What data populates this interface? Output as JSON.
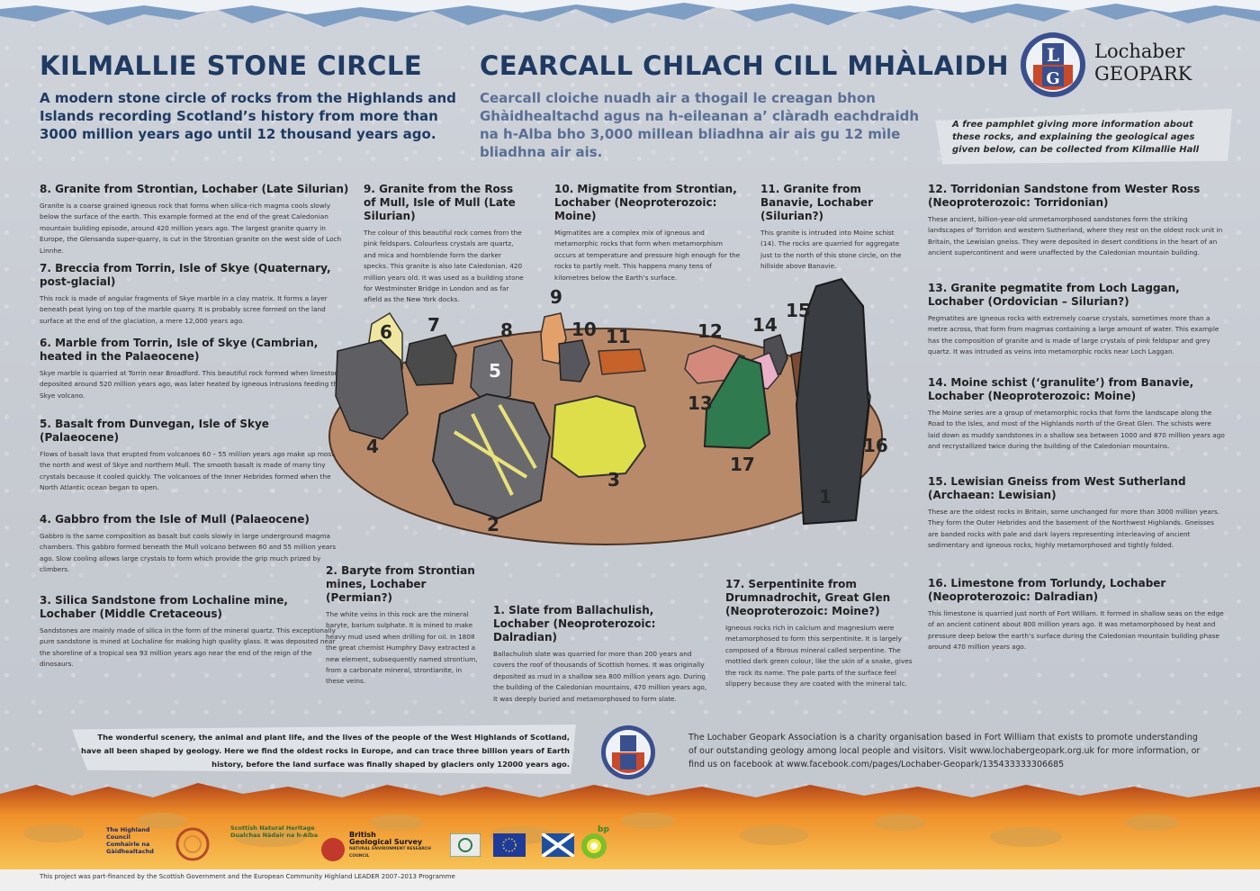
{
  "header": {
    "title_en": "KILMALLIE STONE CIRCLE",
    "title_gd": "CEARCALL CHLACH CILL MHÀLAIDH",
    "subtitle_en": "A modern stone circle of rocks from the Highlands and Islands recording Scotland’s history from more than 3000 million years ago until 12 thousand years ago.",
    "subtitle_gd": "Cearcall cloiche nuadh air a thogail le creagan bhon Ghàidhealtachd agus na h-eileanan a’ clàradh eachdraidh na h-Alba bho 3,000 millean bliadhna air ais gu 12 mìle bliadhna air ais."
  },
  "logo": {
    "letters_top": "L",
    "letters_bottom": "G",
    "word1": "Lochaber",
    "word2": "GEOPARK"
  },
  "pamphlet": "A free pamphlet giving more information about these rocks, and explaining the geological ages given below, can be collected from Kilmallie Hall",
  "entries": {
    "e8": {
      "title": "8. Granite from Strontian, Lochaber        (Late Silurian)",
      "body": "Granite is a coarse grained igneous rock that forms when silica-rich magma cools slowly below the surface of the earth.  This example formed at the end of the great Caledonian mountain building episode, around 420 million years ago.  The largest granite quarry in Europe, the Glensanda super-quarry, is cut in the Strontian granite on the west side of Loch Linnhe."
    },
    "e7": {
      "title": "7. Breccia from Torrin, Isle of Skye (Quaternary, post-glacial)",
      "body": "This rock is made of angular fragments of Skye marble in a clay matrix.  It forms a layer beneath peat lying on top of the marble quarry.  It is probably scree formed on the land surface at the end of the glaciation, a mere 12,000 years ago."
    },
    "e6": {
      "title": "6. Marble from Torrin, Isle of Skye (Cambrian, heated in the Palaeocene)",
      "body": "Skye marble is quarried at Torrin near Broadford.  This beautiful rock formed when limestone, deposited around 520 million years ago, was later heated by igneous intrusions feeding the Skye volcano."
    },
    "e5": {
      "title": "5. Basalt from Dunvegan, Isle of Skye (Palaeocene)",
      "body": "Flows of basalt lava that erupted from volcanoes 60 – 55  million years ago make up most of the north and west of Skye and northern Mull.  The smooth basalt is made of many tiny crystals because it cooled quickly.  The volcanoes of the Inner Hebrides formed when the North Atlantic ocean began to open."
    },
    "e4": {
      "title": "4. Gabbro from the Isle of Mull      (Palaeocene)",
      "body": "Gabbro is the same composition as basalt but cools slowly in large underground magma chambers.  This gabbro formed beneath the Mull volcano between 60 and 55 million years ago.  Slow cooling allows large crystals to form which provide the grip much prized by climbers."
    },
    "e3": {
      "title": "3. Silica Sandstone from Lochaline mine, Lochaber (Middle Cretaceous)",
      "body": "Sandstones are mainly made of silica in the form of the mineral quartz.  This exceptionally pure sandstone is mined at Lochaline for making high quality glass. It was deposited near the shoreline of a tropical sea 93 million years ago near the end of the reign of the dinosaurs."
    },
    "e9": {
      "title": "9. Granite from the Ross of Mull, Isle of Mull (Late Silurian)",
      "body": "The colour of this beautiful rock comes from the pink feldspars.  Colourless crystals are quartz, and mica and hornblende form the darker specks.  This granite is also late Caledonian, 420 million years old.  It was used as a building stone for Westminster Bridge in London and as far afield as the New York docks."
    },
    "e10": {
      "title": "10. Migmatite from Strontian, Lochaber (Neoproterozoic: Moine)",
      "body": "Migmatites are a complex mix of igneous and metamorphic rocks that form when metamorphism occurs at temperature and pressure high enough for the rocks to partly melt.  This happens many tens of kilometres below the Earth’s surface."
    },
    "e11": {
      "title": "11. Granite from Banavie, Lochaber (Silurian?)",
      "body": "This granite is intruded into Moine schist (14).  The rocks are quarried for aggregate just to the north of this stone circle, on the hillside above Banavie."
    },
    "e12": {
      "title": "12. Torridonian Sandstone from Wester Ross (Neoproterozoic: Torridonian)",
      "body": "These ancient, billion-year-old unmetamorphosed sandstones form the striking landscapes of Torridon and western Sutherland, where they rest on the oldest rock unit in Britain, the Lewisian gneiss.  They were deposited in desert conditions in the heart of an ancient supercontinent and were unaffected by the Caledonian mountain building."
    },
    "e13": {
      "title": "13. Granite pegmatite from Loch Laggan, Lochaber (Ordovician – Silurian?)",
      "body": "Pegmatites are igneous rocks with extremely coarse crystals, sometimes more than a metre across, that form from magmas containing a large amount of water.  This example has the composition of granite and is made of large crystals of pink feldspar and grey quartz.  It was intruded as veins into metamorphic rocks near Loch Laggan."
    },
    "e14": {
      "title": "14. Moine schist (‘granulite’) from Banavie, Lochaber (Neoproterozoic: Moine)",
      "body": "The Moine series are a group of metamorphic rocks that form the landscape along the Road to the Isles, and most of the Highlands north of the Great Glen.  The schists were laid down as muddy sandstones in a shallow sea between 1000 and 870 million years ago and recrystallized twice during the building of the Caledonian mountains."
    },
    "e15": {
      "title": "15. Lewisian Gneiss from West Sutherland (Archaean: Lewisian)",
      "body": "These are the oldest rocks in Britain, some unchanged for more than 3000 million years.  They form the Outer Hebrides and the basement of the Northwest Highlands. Gneisses are banded rocks with pale and dark layers representing interleaving of ancient sedimentary and igneous rocks, highly metamorphosed and tightly folded."
    },
    "e16": {
      "title": "16. Limestone from Torlundy, Lochaber (Neoproterozoic: Dalradian)",
      "body": "This limestone is quarried just north of Fort William.  It formed in shallow seas on the edge of an ancient cotinent about 800 million years ago.  It was metamorphosed by heat and pressure deep below the earth’s surface during the Caledonian mountain building phase around 470 million years ago."
    },
    "e2": {
      "title": "2. Baryte from Strontian mines, Lochaber (Permian?)",
      "body": "The white veins in this rock are the mineral baryte, barium sulphate.  It is mined to make heavy mud used when drilling for oil.  In 1808 the great chemist Humphry Davy extracted a new element, subsequently named strontium, from a carbonate mineral, strontianite, in these veins."
    },
    "e1": {
      "title": "1. Slate from Ballachulish, Lochaber (Neoproterozoic: Dalradian)",
      "body": "Ballachulish slate was quarried for more than 200 years and covers the roof of thousands of Scottish homes.  It was originally deposited as mud in a shallow sea 800 million years ago.  During the building of the Caledonian mountains, 470 million years ago, it was deeply buried and metamorphosed to form slate."
    },
    "e17": {
      "title": "17. Serpentinite from Drumnadrochit, Great Glen (Neoproterozoic: Moine?)",
      "body": "Igneous rocks rich in calcium and magnesium were metamorphosed to form this serpentinite.  It is largely composed of a fibrous mineral called serpentine.  The mottled dark green colour, like the skin of a snake, gives the rock its name.  The pale parts of the surface feel slippery because they are coated with the mineral talc."
    }
  },
  "diagram_numbers": [
    "1",
    "2",
    "3",
    "4",
    "5",
    "6",
    "7",
    "8",
    "9",
    "10",
    "11",
    "12",
    "13",
    "14",
    "15",
    "16",
    "17"
  ],
  "bottom": {
    "left_text": "The wonderful scenery, the animal and plant life, and the lives of the people of the West Highlands of Scotland, have all been shaped by geology.  Here we find the oldest rocks in Europe, and can trace three billion years of Earth history, before the land surface was finally shaped by glaciers only 12000 years ago.",
    "right_text": "The Lochaber Geopark Association is a charity organisation based in Fort William that exists to promote understanding of our outstanding geology among local people and visitors. Visit www.lochabergeopark.org.uk for more information, or find us on facebook at www.facebook.com/pages/Lochaber-Geopark/135433333306685"
  },
  "sponsors": {
    "highland_1": "The Highland",
    "highland_2": "Council",
    "highland_3": "Comhairle na",
    "highland_4": "Gàidhealtachd",
    "snh_1": "Scottish Natural Heritage",
    "snh_2": "Dualchas Nàdair na h-Alba",
    "bgs_1": "British",
    "bgs_2": "Geological Survey",
    "bgs_3": "NATURAL ENVIRONMENT RESEARCH COUNCIL",
    "bp": "bp"
  },
  "footer": "This project was part-financed by the Scottish Government and the European Community Highland LEADER 2007–2013 Programme",
  "colors": {
    "title_blue": "#1f3b63",
    "gaelic_blue": "#5a6f95",
    "ground": "#b98a6a",
    "lava_orange": "#f0a030"
  }
}
